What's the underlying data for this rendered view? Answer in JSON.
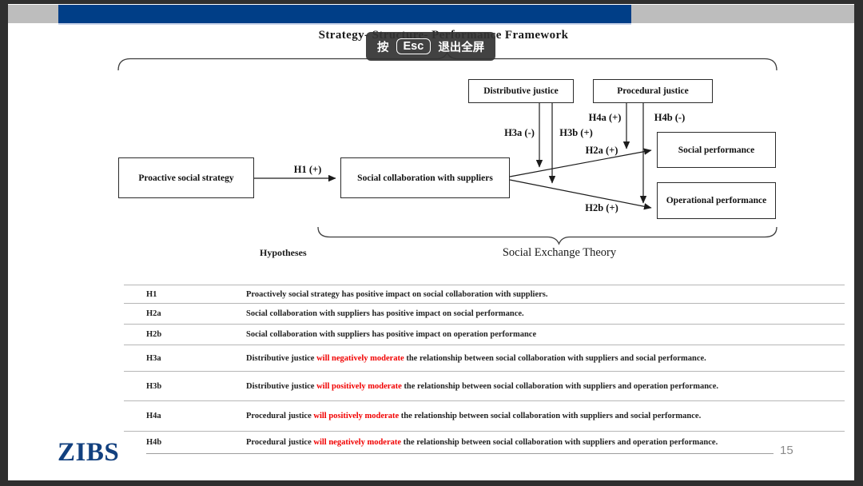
{
  "toast": {
    "press": "按",
    "key": "Esc",
    "exit": "退出全屏"
  },
  "slide": {
    "title": "Strategy- Structure- Performance Framework",
    "page_number": "15",
    "logo_text": "ZIBS"
  },
  "diagram": {
    "boxes": {
      "proactive": "Proactive social strategy",
      "collaboration": "Social collaboration with suppliers",
      "distributive": "Distributive justice",
      "procedural": "Procedural justice",
      "social_performance": "Social performance",
      "operational_performance": "Operational performance"
    },
    "edge_labels": {
      "h1": "H1 (+)",
      "h2a": "H2a (+)",
      "h2b": "H2b (+)",
      "h3a": "H3a (-)",
      "h3b": "H3b (+)",
      "h4a": "H4a (+)",
      "h4b": "H4b (-)"
    },
    "hypotheses_label": "Hypotheses",
    "brace_label": "Social Exchange Theory"
  },
  "hypotheses_table": {
    "rows": [
      {
        "id": "H1",
        "pre": "Proactively social strategy has positive impact on social collaboration with suppliers.",
        "red": "",
        "post": ""
      },
      {
        "id": "H2a",
        "pre": "Social collaboration with suppliers has positive impact on social performance.",
        "red": "",
        "post": ""
      },
      {
        "id": "H2b",
        "pre": "Social collaboration with suppliers has positive impact on operation performance",
        "red": "",
        "post": ""
      },
      {
        "id": "H3a",
        "pre": "Distributive justice ",
        "red": "will negatively moderate",
        "post": " the relationship between social collaboration with suppliers and social performance."
      },
      {
        "id": "H3b",
        "pre": "Distributive justice ",
        "red": "will positively moderate",
        "post": " the relationship between social collaboration with suppliers and operation performance."
      },
      {
        "id": "H4a",
        "pre": "Procedural justice ",
        "red": "will positively moderate",
        "post": " the relationship between social collaboration with suppliers and social performance."
      },
      {
        "id": "H4b",
        "pre": "Procedural justice ",
        "red": "will negatively moderate",
        "post": " the relationship between social collaboration with suppliers and operation performance."
      }
    ]
  },
  "colors": {
    "accent_blue": "#003e87",
    "band_gray": "#bdbdbd",
    "logo_navy": "#12407f",
    "highlight_red": "#f10000",
    "frame_dark": "#2f2f2f"
  }
}
